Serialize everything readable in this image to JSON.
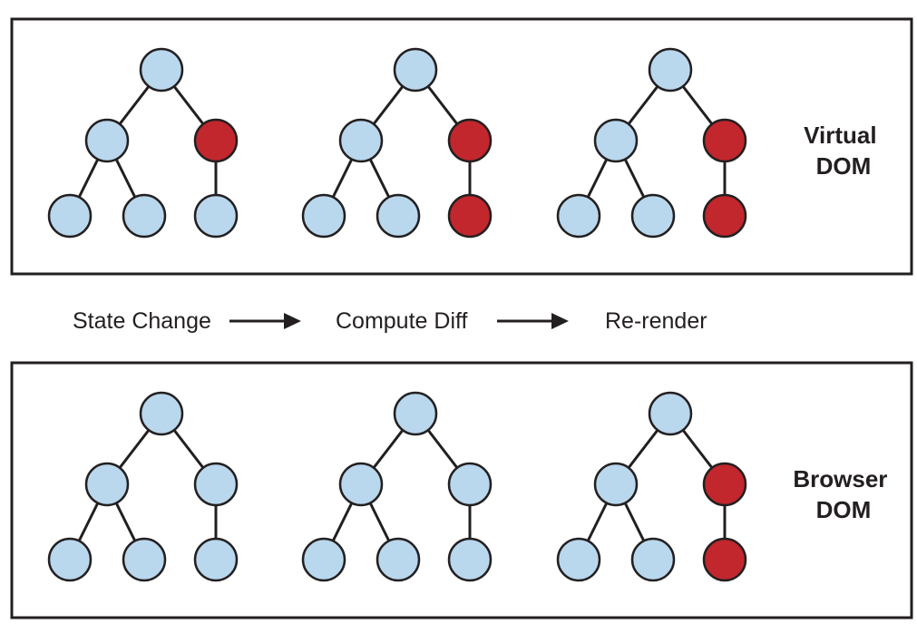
{
  "colors": {
    "unchanged_node": "#b9d7ed",
    "changed_node": "#c1272d",
    "outline": "#231f20",
    "background": "#ffffff"
  },
  "panels": [
    {
      "id": "virtual",
      "label_lines": [
        "Virtual",
        "DOM"
      ],
      "trees": [
        {
          "states": [
            "unchanged",
            "unchanged",
            "changed",
            "unchanged",
            "unchanged",
            "unchanged"
          ]
        },
        {
          "states": [
            "unchanged",
            "unchanged",
            "changed",
            "unchanged",
            "unchanged",
            "changed"
          ]
        },
        {
          "states": [
            "unchanged",
            "unchanged",
            "changed",
            "unchanged",
            "unchanged",
            "changed"
          ]
        }
      ]
    },
    {
      "id": "browser",
      "label_lines": [
        "Browser",
        "DOM"
      ],
      "trees": [
        {
          "states": [
            "unchanged",
            "unchanged",
            "unchanged",
            "unchanged",
            "unchanged",
            "unchanged"
          ]
        },
        {
          "states": [
            "unchanged",
            "unchanged",
            "unchanged",
            "unchanged",
            "unchanged",
            "unchanged"
          ]
        },
        {
          "states": [
            "unchanged",
            "unchanged",
            "changed",
            "unchanged",
            "unchanged",
            "changed"
          ]
        }
      ]
    }
  ],
  "steps": [
    "State Change",
    "Compute Diff",
    "Re-render"
  ]
}
